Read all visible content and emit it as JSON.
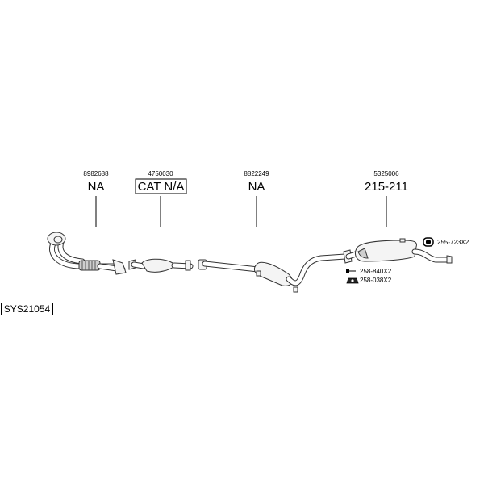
{
  "system_code": "SYS21054",
  "parts": [
    {
      "part_number": "8982688",
      "label": "NA"
    },
    {
      "part_number": "4750030",
      "label": "CAT N/A"
    },
    {
      "part_number": "8822249",
      "label": "NA"
    },
    {
      "part_number": "5325006",
      "label": "215-211"
    }
  ],
  "accessories": [
    {
      "code": "255-723X2",
      "icon": "clamp-icon"
    },
    {
      "code": "258-840X2",
      "icon": "bolt-icon"
    },
    {
      "code": "258-038X2",
      "icon": "rubber-mount-icon"
    }
  ]
}
